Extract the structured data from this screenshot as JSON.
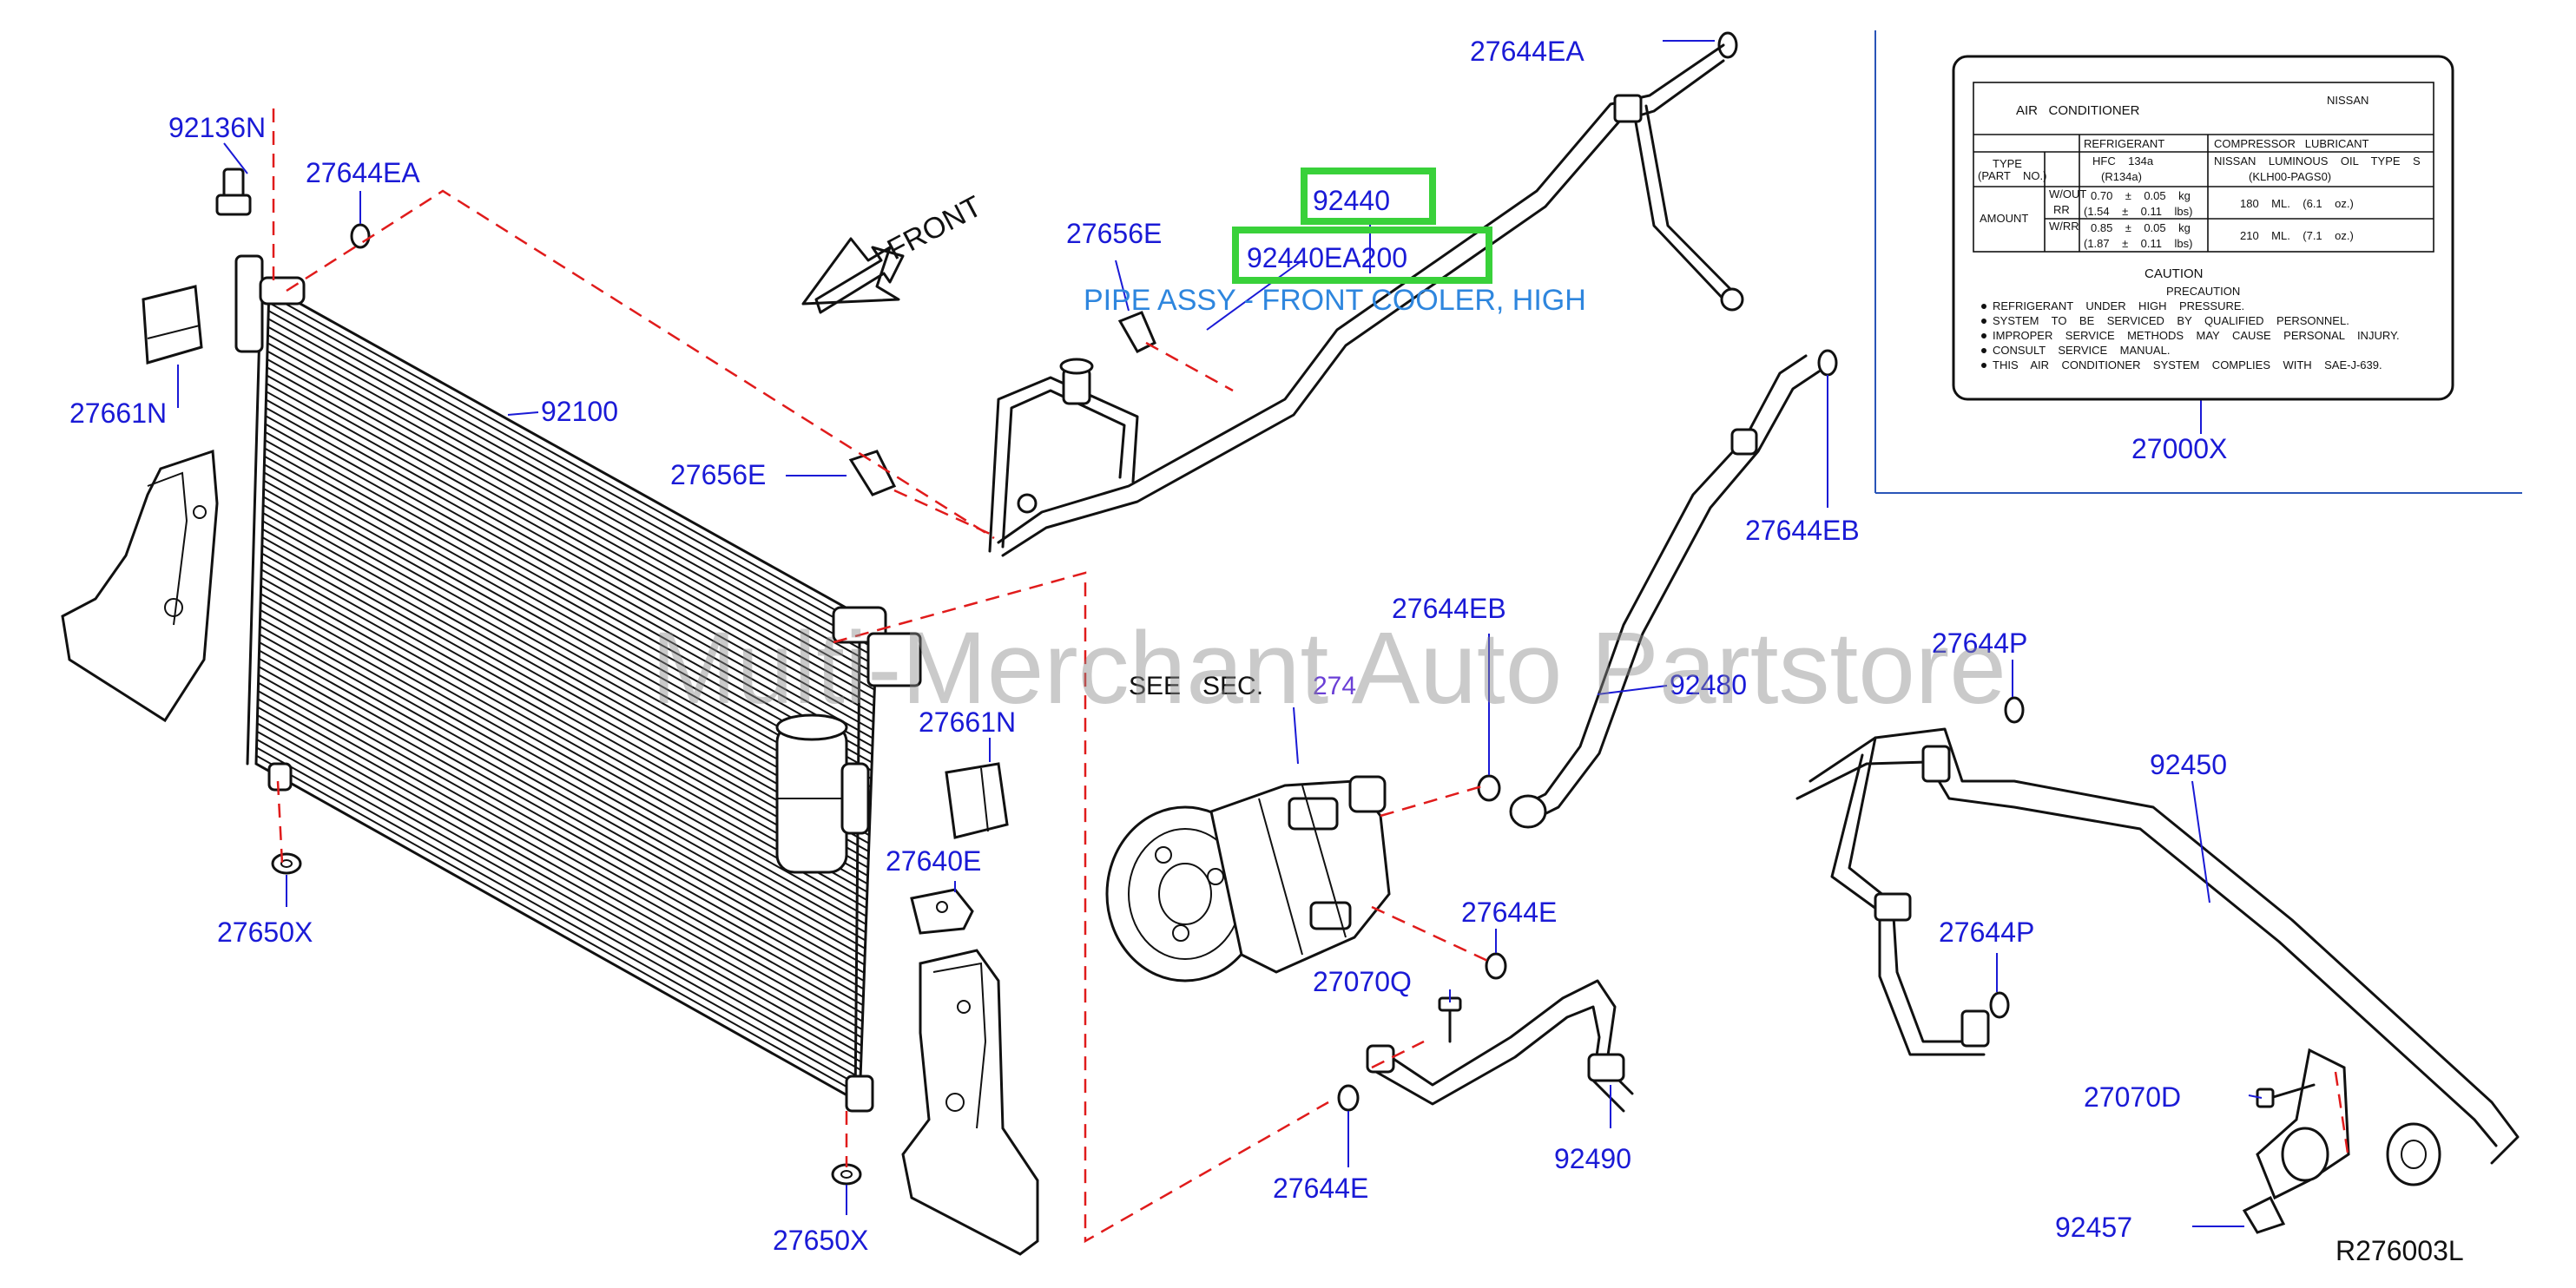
{
  "diagram": {
    "parts": [
      {
        "id": "p-27644EA-top",
        "label": "27644EA"
      },
      {
        "id": "p-92136N",
        "label": "92136N"
      },
      {
        "id": "p-27644EA-left",
        "label": "27644EA"
      },
      {
        "id": "p-92440",
        "label": "92440"
      },
      {
        "id": "p-92440EA200",
        "label": "92440EA200"
      },
      {
        "id": "p-27656E-top",
        "label": "27656E"
      },
      {
        "id": "p-27661N-left",
        "label": "27661N"
      },
      {
        "id": "p-92100",
        "label": "92100"
      },
      {
        "id": "p-27656E-mid",
        "label": "27656E"
      },
      {
        "id": "p-27644EB-right",
        "label": "27644EB"
      },
      {
        "id": "p-27644EB-mid",
        "label": "27644EB"
      },
      {
        "id": "p-92480",
        "label": "92480"
      },
      {
        "id": "p-27644P-top",
        "label": "27644P"
      },
      {
        "id": "p-92450",
        "label": "92450"
      },
      {
        "id": "p-27661N-mid",
        "label": "27661N"
      },
      {
        "id": "p-27640E",
        "label": "27640E"
      },
      {
        "id": "p-27650X-left",
        "label": "27650X"
      },
      {
        "id": "p-27644E-top",
        "label": "27644E"
      },
      {
        "id": "p-27644P-bot",
        "label": "27644P"
      },
      {
        "id": "p-27070Q",
        "label": "27070Q"
      },
      {
        "id": "p-27070D",
        "label": "27070D"
      },
      {
        "id": "p-92490",
        "label": "92490"
      },
      {
        "id": "p-27644E-bot",
        "label": "27644E"
      },
      {
        "id": "p-27650X-bot",
        "label": "27650X"
      },
      {
        "id": "p-92457",
        "label": "92457"
      },
      {
        "id": "p-27000X",
        "label": "27000X"
      }
    ],
    "front_label": "FRONT",
    "highlight_caption": "PIPE ASSY - FRONT COOLER, HIGH",
    "see_sec_prefix": "SEE   SEC.",
    "see_sec_number": "274",
    "watermark": "Multi-Merchant Auto Partstore",
    "drawing_code": "R276003L"
  },
  "ac_label": {
    "title": "AIR   CONDITIONER",
    "brand": "NISSAN",
    "refrigerant_header": "REFRIGERANT",
    "lubricant_header": "COMPRESSOR   LUBRICANT",
    "type_label": "TYPE",
    "part_no_label": "(PART    NO.)",
    "refrigerant_type": "HFC    134a",
    "refrigerant_code": "(R134a)",
    "lubricant_type": "NISSAN    LUMINOUS    OIL    TYPE    S",
    "lubricant_code": "(KLH00-PAGS0)",
    "amount_label": "AMOUNT",
    "row1_name": "W/OUT",
    "row1_sub": "RR",
    "row1_kg": "0.70    ±    0.05    kg",
    "row1_lbs": "(1.54    ±    0.11    lbs)",
    "row1_oil": "180    ML.    (6.1    oz.)",
    "row2_name": "W/RR",
    "row2_kg": "0.85    ±    0.05    kg",
    "row2_lbs": "(1.87    ±    0.11    lbs)",
    "row2_oil": "210    ML.    (7.1    oz.)",
    "caution_title": "CAUTION",
    "precaution": "PRECAUTION",
    "bullets": [
      "REFRIGERANT    UNDER    HIGH    PRESSURE.",
      "SYSTEM    TO    BE    SERVICED    BY    QUALIFIED    PERSONNEL.",
      "IMPROPER    SERVICE    METHODS    MAY    CAUSE    PERSONAL    INJURY.",
      "CONSULT    SERVICE    MANUAL.",
      "THIS    AIR    CONDITIONER    SYSTEM    COMPLIES    WITH    SAE-J-639."
    ]
  }
}
